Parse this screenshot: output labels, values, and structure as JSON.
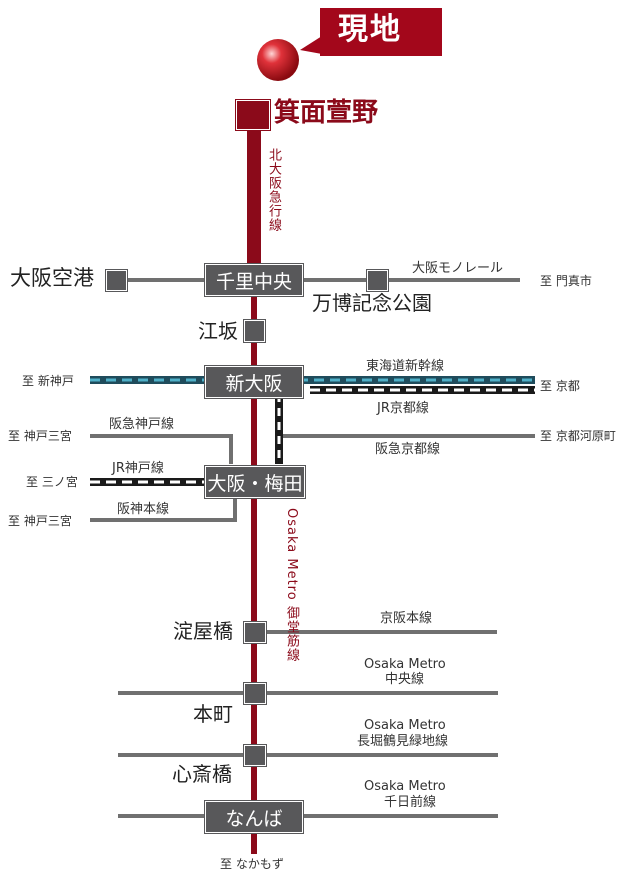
{
  "colors": {
    "main_line": "#8b0a1a",
    "station_box": "#58585a",
    "rail_line": "#707070",
    "shinkansen_blue": "#2a8096",
    "site_marker": "#cc1a24",
    "callout_bg": "#a3071b"
  },
  "icons": [
    "site-marker-ball",
    "callout-bubble"
  ],
  "callout": {
    "label": "現地"
  },
  "stations": {
    "mino": "箕面萱野",
    "kuko": "大阪空港",
    "senri": "千里中央",
    "banpaku": "万博記念公園",
    "esaka": "江坂",
    "shinosaka": "新大阪",
    "umeda": "大阪・梅田",
    "yodoyabashi": "淀屋橋",
    "honmachi": "本町",
    "shinsaibashi": "心斎橋",
    "namba": "なんば"
  },
  "lines": {
    "kitakyu": "北大阪急行線",
    "midosuji": "Osaka Metro 御堂筋線",
    "monorail": "大阪モノレール",
    "tokaido": "東海道新幹線",
    "jr_kyoto": "JR京都線",
    "hankyu_kobe": "阪急神戸線",
    "hankyu_kyoto": "阪急京都線",
    "jr_kobe": "JR神戸線",
    "hanshin": "阪神本線",
    "keihan": "京阪本線",
    "chuo_1": "Osaka Metro",
    "chuo_2": "中央線",
    "nagahori_1": "Osaka Metro",
    "nagahori_2": "長堀鶴見緑地線",
    "sennichimae_1": "Osaka Metro",
    "sennichimae_2": "千日前線"
  },
  "destinations": {
    "kadoma": "至 門真市",
    "shinkobe": "至 新神戸",
    "kyoto": "至 京都",
    "kobesannomiya_1": "至 神戸三宮",
    "kyotokawaramachi": "至 京都河原町",
    "sannomiya": "至 三ノ宮",
    "kobesannomiya_2": "至 神戸三宮",
    "nakamozu": "至 なかもず"
  }
}
